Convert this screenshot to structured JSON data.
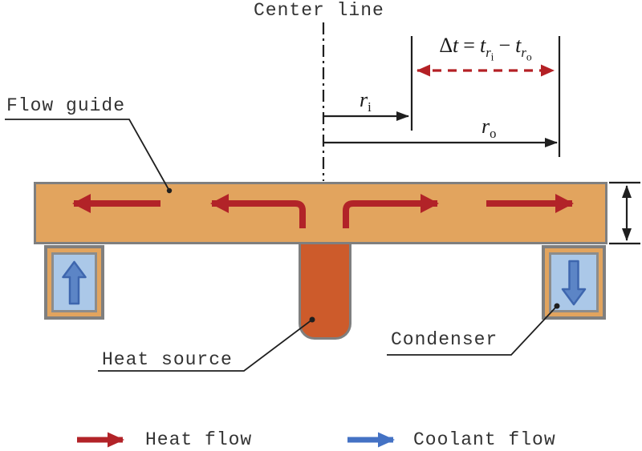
{
  "figure": {
    "labels": {
      "center_line": "Center line",
      "flow_guide": "Flow guide",
      "heat_source": "Heat source",
      "condenser": "Condenser"
    },
    "dimensions": {
      "delta_formula": {
        "delta": "Δ",
        "delta_var": "t",
        "equals": "=",
        "t1": "t",
        "r1": "r",
        "sub1": "i",
        "minus": "−",
        "t2": "t",
        "r2": "r",
        "sub2": "o"
      },
      "radius_inner": {
        "base": "r",
        "sub": "i"
      },
      "radius_outer": {
        "base": "r",
        "sub": "o"
      }
    },
    "legend": {
      "heat_flow": "Heat flow",
      "coolant_flow": "Coolant flow"
    },
    "colors": {
      "flow_guide_fill": "#E2A45E",
      "heat_source_fill": "#CD5B2B",
      "coolant_fill": "#ABC8E8",
      "coolant_arrow_fill": "#5C85C6",
      "coolant_arrow_stroke": "#3E66AE",
      "heat_flow_red": "#B22328",
      "red_dashed_dim": "#B42025",
      "coolant_flow_blue": "#4472C4",
      "border_gray": "#7F7F7F",
      "line_black": "#1F1F1F"
    }
  }
}
